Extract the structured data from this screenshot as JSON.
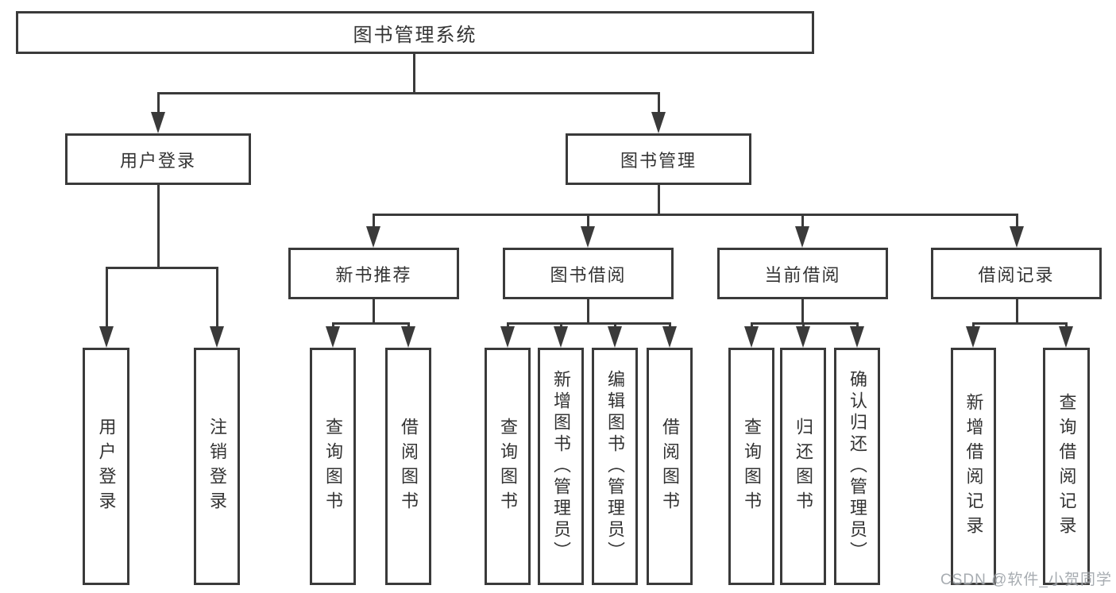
{
  "colors": {
    "line": "#3a3a3a",
    "text": "#333333",
    "background": "#ffffff",
    "watermark": "#989da3"
  },
  "watermark": {
    "text": "CSDN @软件_小贺同学"
  },
  "diagram": {
    "title": "图书管理系统",
    "nodes": [
      {
        "id": "root",
        "label": "图书管理系统",
        "parent": null,
        "orientation": "horizontal"
      },
      {
        "id": "user-login",
        "label": "用户登录",
        "parent": "root",
        "orientation": "horizontal"
      },
      {
        "id": "book-mgmt",
        "label": "图书管理",
        "parent": "root",
        "orientation": "horizontal"
      },
      {
        "id": "login",
        "label": "用户登录",
        "parent": "user-login",
        "orientation": "vertical"
      },
      {
        "id": "logout",
        "label": "注销登录",
        "parent": "user-login",
        "orientation": "vertical"
      },
      {
        "id": "new-book-rec",
        "label": "新书推荐",
        "parent": "book-mgmt",
        "orientation": "horizontal"
      },
      {
        "id": "book-borrow",
        "label": "图书借阅",
        "parent": "book-mgmt",
        "orientation": "horizontal"
      },
      {
        "id": "current-borrow",
        "label": "当前借阅",
        "parent": "book-mgmt",
        "orientation": "horizontal"
      },
      {
        "id": "borrow-records",
        "label": "借阅记录",
        "parent": "book-mgmt",
        "orientation": "horizontal"
      },
      {
        "id": "query-book-1",
        "label": "查询图书",
        "parent": "new-book-rec",
        "orientation": "vertical"
      },
      {
        "id": "borrow-book-1",
        "label": "借阅图书",
        "parent": "new-book-rec",
        "orientation": "vertical"
      },
      {
        "id": "query-book-2",
        "label": "查询图书",
        "parent": "book-borrow",
        "orientation": "vertical"
      },
      {
        "id": "add-book",
        "label": "新增图书（管理员）",
        "parent": "book-borrow",
        "orientation": "vertical"
      },
      {
        "id": "edit-book",
        "label": "编辑图书（管理员）",
        "parent": "book-borrow",
        "orientation": "vertical"
      },
      {
        "id": "borrow-book-2",
        "label": "借阅图书",
        "parent": "book-borrow",
        "orientation": "vertical"
      },
      {
        "id": "query-book-3",
        "label": "查询图书",
        "parent": "current-borrow",
        "orientation": "vertical"
      },
      {
        "id": "return-book",
        "label": "归还图书",
        "parent": "current-borrow",
        "orientation": "vertical"
      },
      {
        "id": "confirm-return",
        "label": "确认归还（管理员）",
        "parent": "current-borrow",
        "orientation": "vertical"
      },
      {
        "id": "add-borrow-record",
        "label": "新增借阅记录",
        "parent": "borrow-records",
        "orientation": "vertical"
      },
      {
        "id": "query-borrow-record",
        "label": "查询借阅记录",
        "parent": "borrow-records",
        "orientation": "vertical"
      }
    ]
  }
}
